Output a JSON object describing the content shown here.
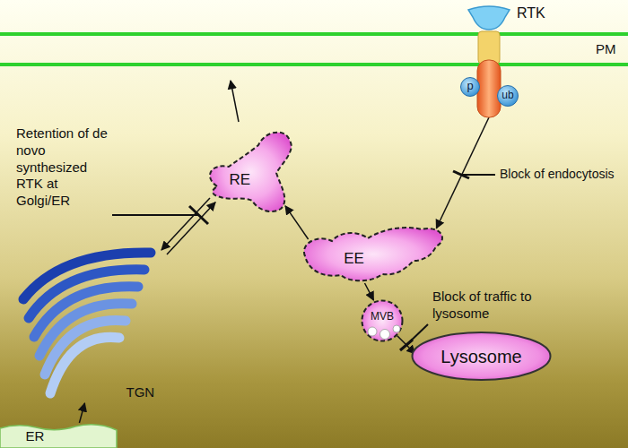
{
  "diagram": {
    "nodes": [
      {
        "text": [
          "RTK"
        ]
      },
      {
        "text": [
          "p"
        ],
        "in": 0
      },
      {
        "text": [
          "ub"
        ],
        "in": 0
      },
      {
        "text": [
          "RE"
        ]
      },
      {
        "text": [
          "EE"
        ]
      },
      {
        "text": [
          "MVB"
        ]
      },
      {
        "text": [
          "Lysosome"
        ]
      },
      {
        "text": [
          "TGN"
        ]
      },
      {
        "text": [
          "ER"
        ]
      }
    ],
    "edges": [
      {
        "from": 0,
        "to": 4,
        "arrow": "to"
      },
      {
        "from": 4,
        "to": 3,
        "arrow": "to"
      },
      {
        "from": 4,
        "to": 5,
        "arrow": "to"
      },
      {
        "from": 5,
        "to": 6,
        "arrow": "to"
      },
      {
        "from": 7,
        "to": 3,
        "arrow": "to"
      },
      {
        "from": 3,
        "to": 7,
        "arrow": "to"
      },
      {
        "from": 8,
        "to": 7,
        "arrow": "to"
      }
    ],
    "labels": [
      "PM",
      "Block of endocytosis",
      "Retention of de novo synthesized RTK at Golgi/ER",
      "Block of traffic to lysosome"
    ]
  }
}
